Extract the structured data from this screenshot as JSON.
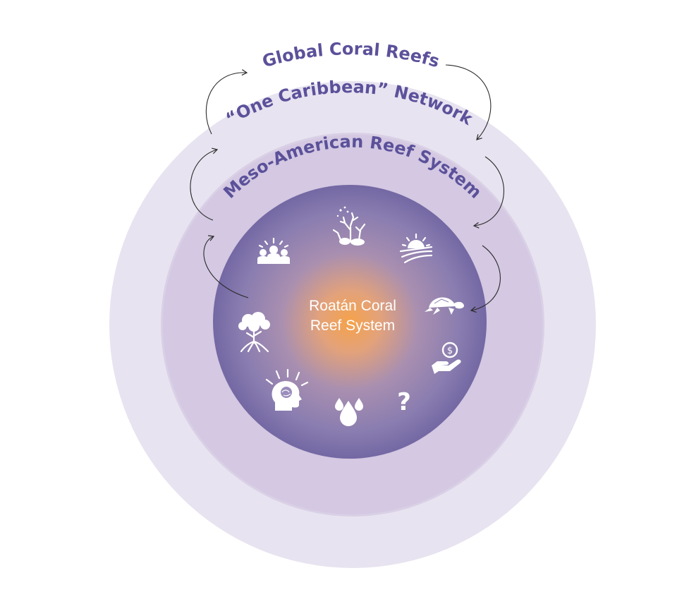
{
  "rings": {
    "outer_label": "Global Coral Reefs",
    "second_label": "“One Caribbean” Network",
    "third_label": "Meso-American Reef System"
  },
  "center": {
    "line1": "Roatán Coral",
    "line2": "Reef System"
  },
  "icons": [
    "coral-icon",
    "sunrise-over-fields-icon",
    "sea-turtle-icon",
    "hand-holding-coin-icon",
    "question-mark-icon",
    "water-drops-icon",
    "head-with-brain-icon",
    "mangrove-tree-icon",
    "community-people-icon"
  ],
  "question_glyph": "?",
  "colors": {
    "outer_ring": "#e7e2ef",
    "middle_ring": "#d9cfe5",
    "inner_ring": "#cbbbdb",
    "core_edge": "#7a70a8",
    "core_glow": "#f4a34f",
    "label_text": "#5b519a"
  }
}
